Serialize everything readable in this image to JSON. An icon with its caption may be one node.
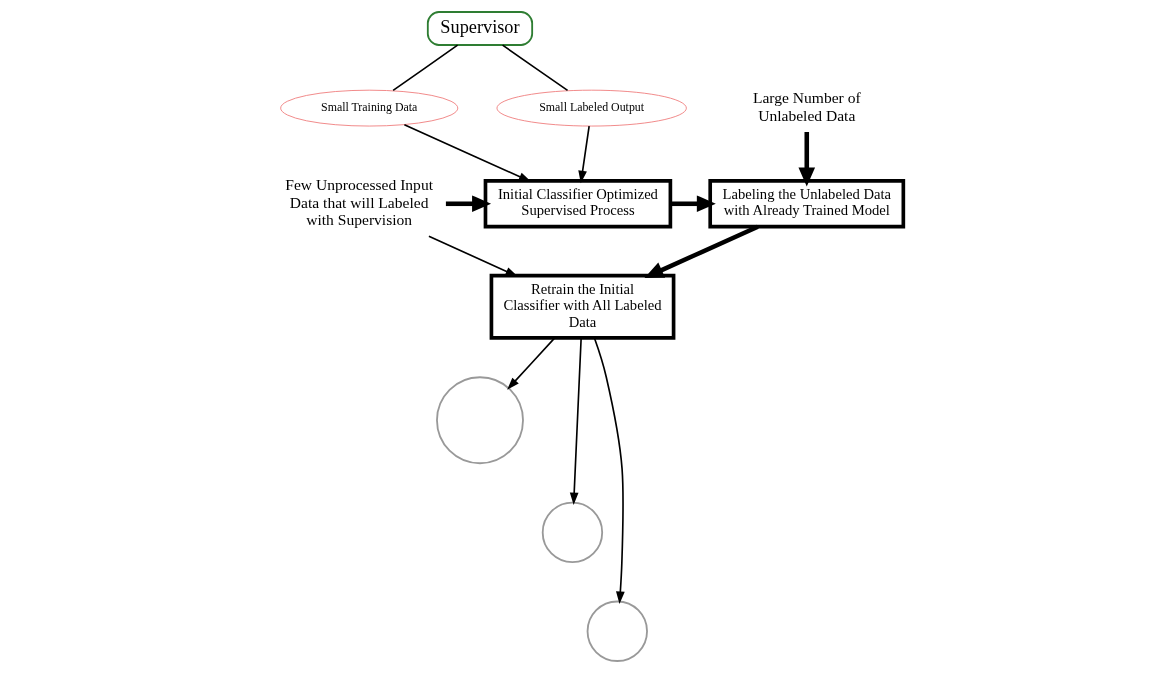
{
  "diagram": {
    "nodes": [
      {
        "text": [
          "Supervisor"
        ]
      },
      {
        "text": [
          "Small Training Data"
        ]
      },
      {
        "text": [
          "Small Labeled Output"
        ]
      },
      {
        "text": [
          "Few Unprocessed Input Data that will Labeled with Supervision"
        ]
      },
      {
        "text": [
          "Initial Classifier Optimized Supervised Process"
        ]
      },
      {
        "text": [
          "Large Number of Unlabeled Data"
        ]
      },
      {
        "text": [
          "Labeling the Unlabeled Data with Already Trained Model"
        ]
      },
      {
        "text": [
          "Retrain the Initial Classifier with All Labeled Data"
        ]
      },
      {
        "text": [],
        "shape": "circle"
      },
      {
        "text": [],
        "shape": "circle"
      },
      {
        "text": [],
        "shape": "circle"
      }
    ],
    "edges": [
      {
        "from": 0,
        "to": 1,
        "arrow": "none"
      },
      {
        "from": 0,
        "to": 2,
        "arrow": "none"
      },
      {
        "from": 1,
        "to": 4,
        "arrow": "to"
      },
      {
        "from": 2,
        "to": 4,
        "arrow": "to"
      },
      {
        "from": 3,
        "to": 4,
        "arrow": "to",
        "style": "thick"
      },
      {
        "from": 4,
        "to": 6,
        "arrow": "to",
        "style": "thick"
      },
      {
        "from": 5,
        "to": 6,
        "arrow": "to",
        "style": "thick"
      },
      {
        "from": 6,
        "to": 7,
        "arrow": "to",
        "style": "thick"
      },
      {
        "from": 3,
        "to": 7,
        "arrow": "to"
      },
      {
        "from": 7,
        "to": 8,
        "arrow": "to"
      },
      {
        "from": 7,
        "to": 9,
        "arrow": "to"
      },
      {
        "from": 7,
        "to": 10,
        "arrow": "to"
      }
    ]
  }
}
